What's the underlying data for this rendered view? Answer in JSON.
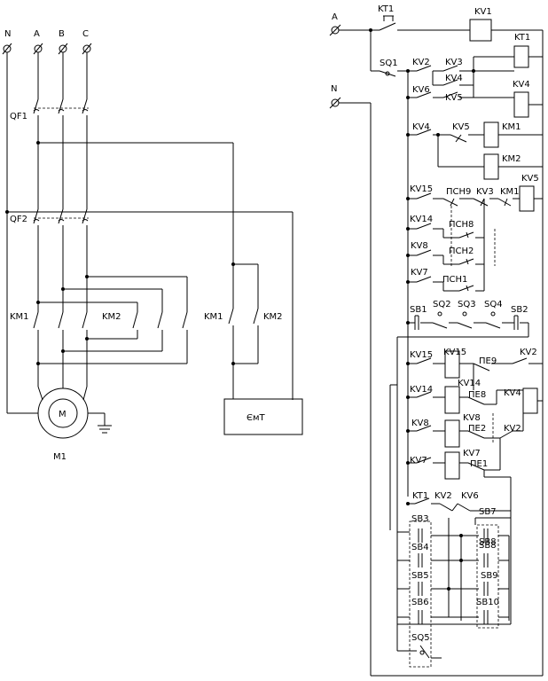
{
  "power": {
    "phase_labels": [
      "N",
      "A",
      "B",
      "C"
    ],
    "breakers": [
      "QF1",
      "QF2"
    ],
    "contactor_labels": [
      "KM1",
      "KM2"
    ],
    "motor_symbol": "M",
    "motor_label": "M1",
    "brake_contacts": [
      "KM1",
      "KM2"
    ],
    "brake_label": "ЄмТ"
  },
  "control": {
    "phase_label": "A",
    "neutral_label": "N",
    "row1": [
      "KT1",
      "KV1"
    ],
    "row2": [
      "SQ1",
      "KV2",
      "KV3",
      "KT1"
    ],
    "row3": [
      "KV4"
    ],
    "row4": [
      "KV6",
      "KV5",
      "KV4"
    ],
    "row5": [
      "KV4",
      "KV5",
      "KM1"
    ],
    "row6": [
      "KM2"
    ],
    "row7": [
      "KV15",
      "ПСН9",
      "KV3",
      "KM1",
      "KV5"
    ],
    "row8": [
      "KV14",
      "ПСН8"
    ],
    "row9": [
      "KV8",
      "ПСН2"
    ],
    "row10": [
      "KV7",
      "ПСН1"
    ],
    "row11": [
      "SB1",
      "SQ2",
      "SQ3",
      "SQ4",
      "SB2"
    ],
    "row12": [
      "KV15",
      "KV15",
      "ПЕ9",
      "KV2"
    ],
    "row13": [
      "KV14",
      "KV14",
      "ПЕ8",
      "KV4"
    ],
    "row14": [
      "KV8",
      "KV8",
      "ПЕ2",
      "KV2"
    ],
    "row15": [
      "KV7",
      "KV7",
      "ПЕ1"
    ],
    "row16": [
      "KT1",
      "KV2",
      "KV6",
      "SB7"
    ],
    "left_buttons": [
      "SB3",
      "SB4",
      "SB5",
      "SB6",
      "SQ5"
    ],
    "right_buttons": [
      "SB8",
      "SB8",
      "SB9",
      "SB10"
    ]
  }
}
